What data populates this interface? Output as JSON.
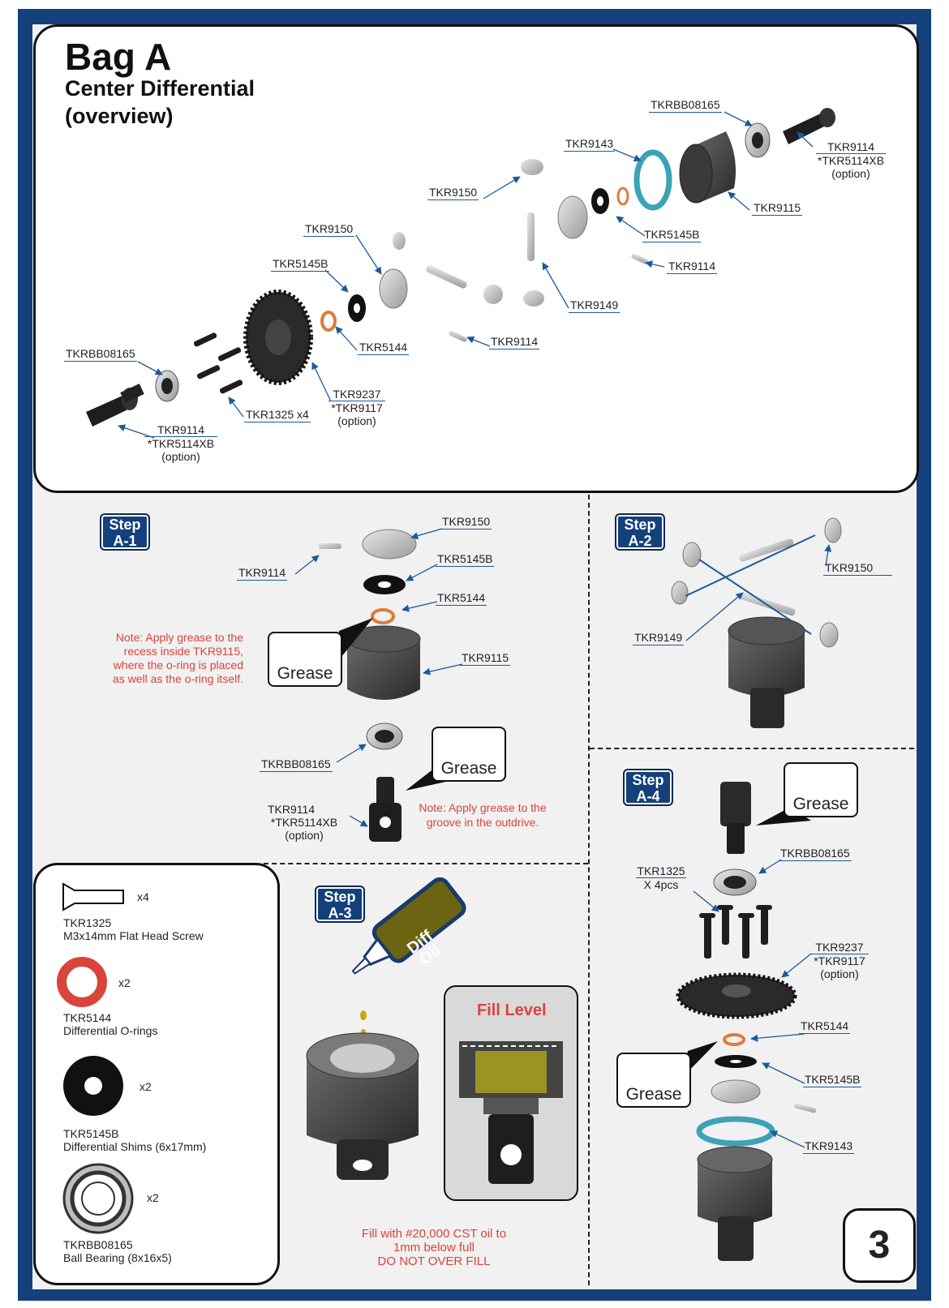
{
  "header": {
    "title": "Bag A",
    "subtitle_line1": "Center Differential",
    "subtitle_line2": "(overview)"
  },
  "overview": {
    "labels": {
      "tkrbb08165_top": "TKRBB08165",
      "tkr9114_tr_a": "TKR9114",
      "tkr9114_tr_b": "*TKR5114XB",
      "tkr9114_tr_c": "(option)",
      "tkr9143": "TKR9143",
      "tkr9115": "TKR9115",
      "tkr9150_a": "TKR9150",
      "tkr5145b_a": "TKR5145B",
      "tkr9114_a": "TKR9114",
      "tkr9150_b": "TKR9150",
      "tkr5145b_b": "TKR5145B",
      "tkr9149": "TKR9149",
      "tkr5144": "TKR5144",
      "tkr9114_b": "TKR9114",
      "tkrbb08165_left": "TKRBB08165",
      "tkr9237_a": "TKR9237",
      "tkr9237_b": "*TKR9117",
      "tkr9237_c": "(option)",
      "tkr1325": "TKR1325 x4",
      "tkr9114_bl_a": "TKR9114",
      "tkr9114_bl_b": "*TKR5114XB",
      "tkr9114_bl_c": "(option)"
    }
  },
  "step_a1": {
    "step_label_1": "Step",
    "step_label_2": "A-1",
    "tkr9150": "TKR9150",
    "tkr5145b": "TKR5145B",
    "tkr9114": "TKR9114",
    "tkr5144": "TKR5144",
    "tkr9115": "TKR9115",
    "note_1": "Note: Apply grease to the",
    "note_2": "recess inside TKR9115,",
    "note_3": "where the o-ring is placed",
    "note_4": "as well as the o-ring itself.",
    "grease_1": "Grease",
    "tkrbb08165": "TKRBB08165",
    "grease_2": "Grease",
    "tkr9114_b_a": "TKR9114",
    "tkr9114_b_b": "*TKR5114XB",
    "tkr9114_b_c": "(option)",
    "note2_1": "Note: Apply grease to the",
    "note2_2": "groove in the outdrive."
  },
  "step_a2": {
    "step_label_1": "Step",
    "step_label_2": "A-2",
    "tkr9150": "TKR9150",
    "tkr9149": "TKR9149"
  },
  "step_a3": {
    "step_label_1": "Step",
    "step_label_2": "A-3",
    "bottle_1": "Diff",
    "bottle_2": "Oil",
    "fill_level": "Fill Level",
    "fill_1": "Fill with #20,000 CST oil to",
    "fill_2": "1mm below full",
    "fill_3": "DO NOT OVER FILL"
  },
  "step_a4": {
    "step_label_1": "Step",
    "step_label_2": "A-4",
    "grease": "Grease",
    "tkrbb08165": "TKRBB08165",
    "tkr1325_a": "TKR1325",
    "tkr1325_b": "X 4pcs",
    "tkr9237_a": "TKR9237",
    "tkr9237_b": "*TKR9117",
    "tkr9237_c": "(option)",
    "tkr5144": "TKR5144",
    "grease_2": "Grease",
    "tkr5145b": "TKR5145B",
    "tkr9143": "TKR9143"
  },
  "parts": {
    "screw_qty": "x4",
    "screw_code": "TKR1325",
    "screw_desc": "M3x14mm Flat Head Screw",
    "oring_qty": "x2",
    "oring_code": "TKR5144",
    "oring_desc": "Differential O-rings",
    "shim_qty": "x2",
    "shim_code": "TKR5145B",
    "shim_desc": "Differential Shims (6x17mm)",
    "bearing_qty": "x2",
    "bearing_code": "TKRBB08165",
    "bearing_desc": "Ball Bearing (8x16x5)"
  },
  "page_number": "3",
  "colors": {
    "frame_blue": "#14407c",
    "note_red": "#d9443b",
    "leader_blue": "#1b5a9e",
    "gasket_teal": "#3aa3b5",
    "oring_orange": "#e07a3c",
    "oil_olive": "#6b6411"
  }
}
